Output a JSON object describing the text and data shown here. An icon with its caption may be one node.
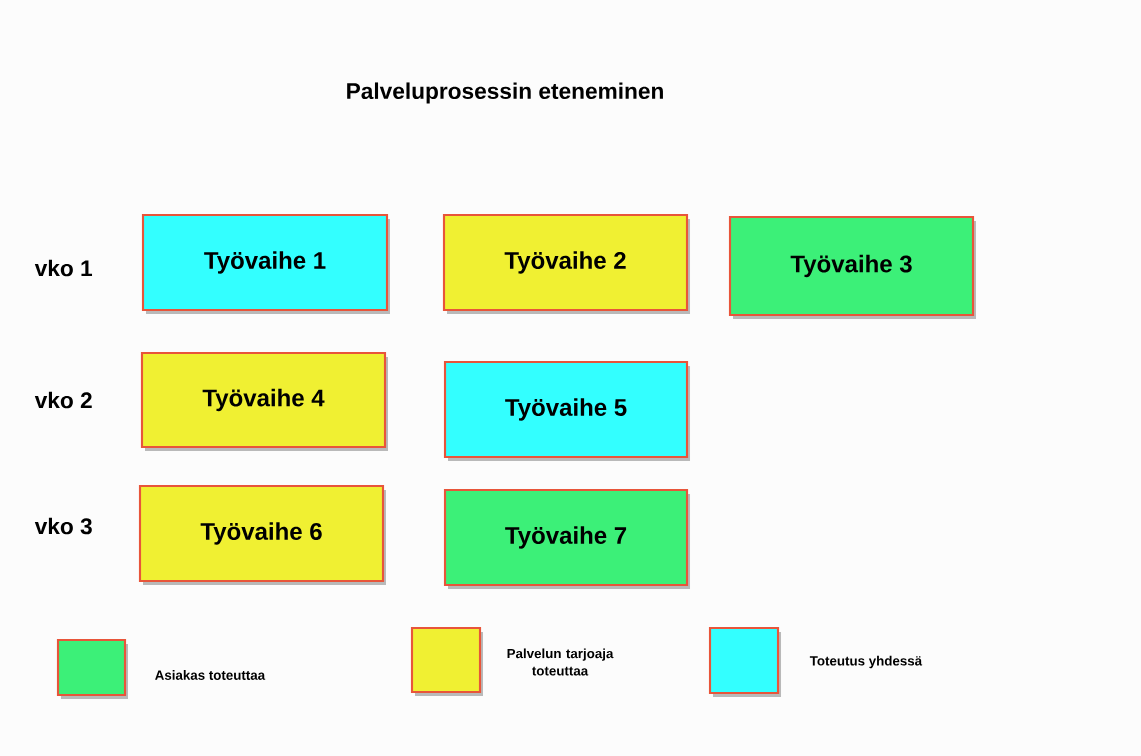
{
  "diagram": {
    "title": "Palveluprosessin eteneminen",
    "nodes": [
      {
        "text": [
          "Työvaihe 1"
        ]
      },
      {
        "text": [
          "Työvaihe 2"
        ]
      },
      {
        "text": [
          "Työvaihe 3"
        ]
      },
      {
        "text": [
          "Työvaihe 4"
        ]
      },
      {
        "text": [
          "Työvaihe 5"
        ]
      },
      {
        "text": [
          "Työvaihe 6"
        ]
      },
      {
        "text": [
          "Työvaihe 7"
        ]
      }
    ],
    "labels": [
      "vko 1",
      "vko 2",
      "vko 3"
    ],
    "legend": [
      {
        "text": "Asiakas toteuttaa",
        "color": "#3cf078"
      },
      {
        "text": "Palvelun tarjoaja toteuttaa",
        "color": "#f0f032"
      },
      {
        "text": "Toteutus yhdessä",
        "color": "#33ffff"
      }
    ]
  }
}
